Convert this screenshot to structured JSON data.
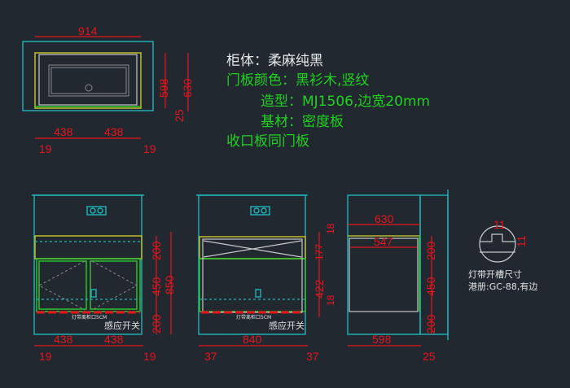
{
  "notes": {
    "cabinet_body": "柜体：柔麻纯黑",
    "door_color": "门板颜色：黑衫木,竖纹",
    "door_style": "造型：MJ1506,边宽20mm",
    "base_material": "基材：密度板",
    "edge_panel": "收口板同门板"
  },
  "top_view": {
    "width": "914",
    "depth_inner": "598",
    "depth_total": "630",
    "offset": "25",
    "door_left": "438",
    "door_right": "438",
    "edge_left": "19",
    "edge_right": "19"
  },
  "front_view_doors": {
    "upper": "200",
    "middle": "450",
    "lower": "200",
    "total_height": "850",
    "door_left": "438",
    "door_right": "438",
    "edge_left": "19",
    "edge_right": "19",
    "led_note": "灯带离柜口5CM",
    "sensor_label": "感应开关"
  },
  "front_view_drawer": {
    "top_gap": "18",
    "drawer_top": "177",
    "drawer_body": "422",
    "bottom_gap": "18",
    "width": "840",
    "edge_left": "37",
    "edge_right": "37",
    "led_note": "灯带离柜口5CM",
    "sensor_label": "感应开关"
  },
  "side_view": {
    "depth_total": "630",
    "depth_inner": "547",
    "upper": "200",
    "middle": "450",
    "lower": "200",
    "depth": "598",
    "offset": "25"
  },
  "detail": {
    "groove_width": "11",
    "groove_depth": "11",
    "title": "灯带开槽尺寸",
    "model": "港册:GC-88,有边"
  },
  "colors": {
    "background": "#212830",
    "dimension": "#e8141c",
    "outline": "#1fb3b8",
    "door": "#2dcc2d"
  }
}
